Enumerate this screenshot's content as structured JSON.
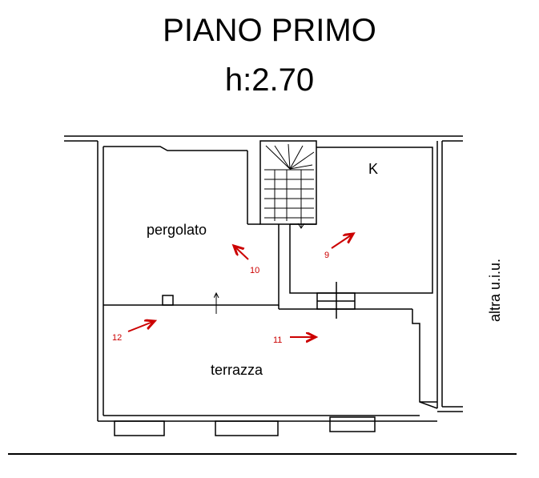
{
  "title": "PIANO PRIMO",
  "height_label": "h:2.70",
  "rooms": {
    "pergolato": "pergolato",
    "terrazza": "terrazza",
    "kitchen": "K",
    "adjacent": "altra u.i.u."
  },
  "photo_points": [
    {
      "number": "9"
    },
    {
      "number": "10"
    },
    {
      "number": "11"
    },
    {
      "number": "12"
    }
  ],
  "colors": {
    "walls": "#000000",
    "photo_arrows": "#cc0000"
  }
}
